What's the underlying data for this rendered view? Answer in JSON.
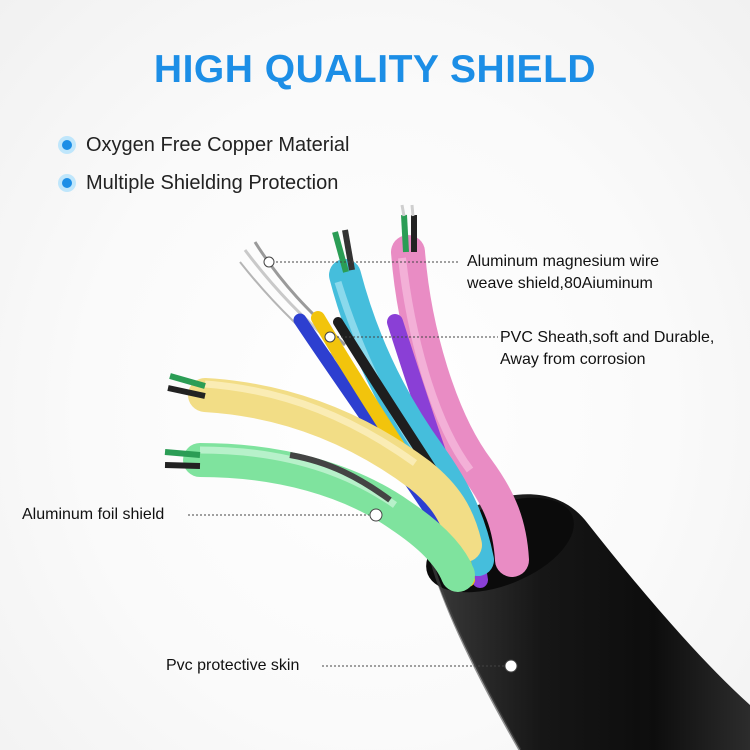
{
  "title": "HIGH QUALITY SHIELD",
  "features": [
    "Oxygen Free Copper Material",
    "Multiple Shielding Protection"
  ],
  "callouts": {
    "wire_weave": [
      "Aluminum magnesium wire",
      "weave shield,80Aiuminum"
    ],
    "pvc_sheath": [
      "PVC Sheath,soft and Durable,",
      "Away from corrosion"
    ],
    "foil": "Aluminum foil shield",
    "skin": "Pvc protective skin"
  },
  "colors": {
    "title": "#1c8ee6",
    "bullet": "#1c8ee6",
    "jacket": "#1b1b1b"
  }
}
